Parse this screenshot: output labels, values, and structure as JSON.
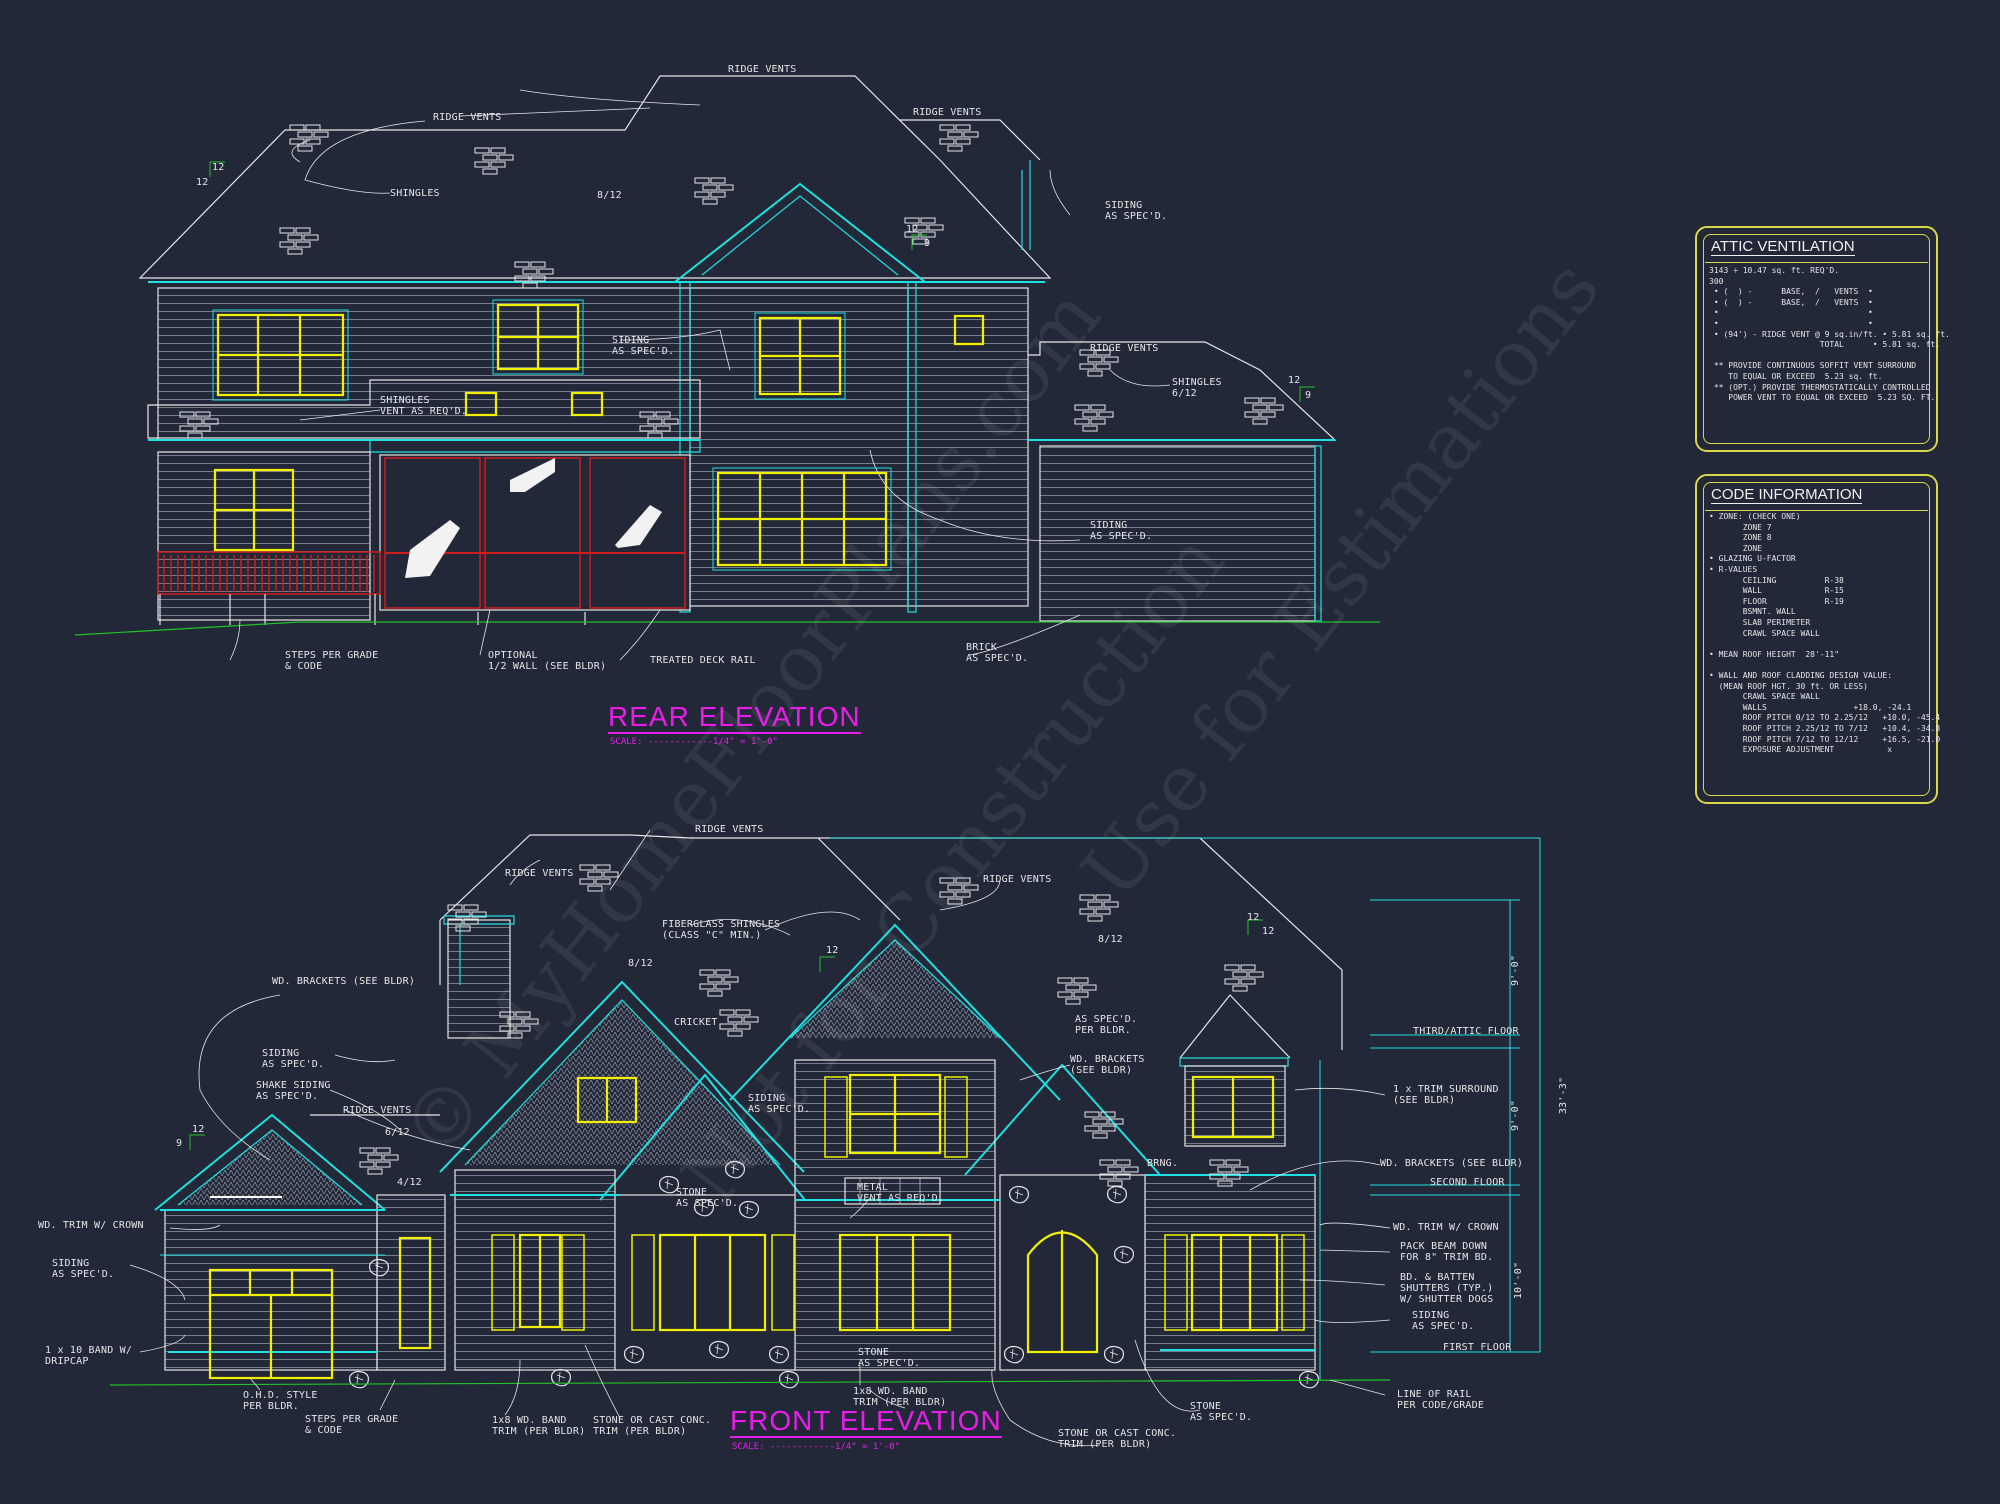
{
  "watermark": [
    "© MyHomeFloorPlans.com",
    "Not for Construction",
    "Use for Estimations"
  ],
  "rear": {
    "title": "REAR ELEVATION",
    "scale": "SCALE: ------------1/4\" = 1'-0\"",
    "labels": {
      "ridge_vents_top": "RIDGE VENTS",
      "ridge_vents_left": "RIDGE VENTS",
      "ridge_vents_right": "RIDGE VENTS",
      "ridge_vents_garage": "RIDGE VENTS",
      "shingles": "SHINGLES",
      "pitch_8_12": "8/12",
      "siding_upper_right": "SIDING\nAS SPEC'D.",
      "siding_center": "SIDING\nAS SPEC'D.",
      "shingles_vent": "SHINGLES\nVENT AS REQ'D.",
      "shingles_garage": "SHINGLES\n6/12",
      "siding_garage": "SIDING\nAS SPEC'D.",
      "steps": "STEPS PER GRADE\n& CODE",
      "optional_wall": "OPTIONAL\n1/2 WALL (SEE BLDR)",
      "deck_rail": "TREATED DECK RAIL",
      "brick": "BRICK\nAS SPEC'D.",
      "pitch_12a": "12",
      "pitch_12b": "12",
      "pitch_9": "9",
      "pitch_12c": "12",
      "pitch_12d": "12",
      "pitch_9b": "9"
    }
  },
  "front": {
    "title": "FRONT ELEVATION",
    "scale": "SCALE: ------------1/4\" = 1'-0\"",
    "labels": {
      "ridge_vents_top": "RIDGE VENTS",
      "ridge_vents_left": "RIDGE VENTS",
      "ridge_vents_right": "RIDGE VENTS",
      "ridge_vents_garage": "RIDGE VENTS",
      "fiberglass": "FIBERGLASS SHINGLES\n(CLASS \"C\" MIN.)",
      "pitch_8_12a": "8/12",
      "pitch_8_12b": "8/12",
      "pitch_6_12": "6/12",
      "pitch_4_12": "4/12",
      "brackets_left": "WD. BRACKETS (SEE BLDR)",
      "cricket": "CRICKET",
      "siding_a": "SIDING\nAS SPEC'D.",
      "shake": "SHAKE SIDING\nAS SPEC'D.",
      "siding_b": "SIDING\nAS SPEC'D.",
      "as_spec_bldr": "AS SPEC'D.\nPER BLDR.",
      "brackets_mid": "WD. BRACKETS\n(SEE BLDR)",
      "stone_a": "STONE\nAS SPEC'D.",
      "metal_vent": "METAL\nVENT AS REQ'D.",
      "trim_crown_left": "WD. TRIM W/ CROWN",
      "siding_garage": "SIDING\nAS SPEC'D.",
      "band_dripcap": "1 x 10 BAND W/\nDRIPCAP",
      "ohd": "O.H.D. STYLE\nPER BLDR.",
      "steps": "STEPS PER GRADE\n& CODE",
      "band_trim_a": "1x8 WD. BAND\nTRIM (PER BLDR)",
      "stone_cast_a": "STONE OR CAST CONC.\nTRIM (PER BLDR)",
      "stone_b": "STONE\nAS SPEC'D.",
      "band_trim_b": "1x8 WD. BAND\nTRIM (PER BLDR)",
      "stone_cast_b": "STONE OR CAST CONC.\nTRIM (PER BLDR)",
      "stone_c": "STONE\nAS SPEC'D.",
      "line_rail": "LINE OF RAIL\nPER CODE/GRADE",
      "trim_surround": "1 x TRIM SURROUND\n(SEE BLDR)",
      "brackets_right": "WD. BRACKETS (SEE BLDR)",
      "brng": "BRNG.",
      "trim_crown_right": "WD. TRIM W/ CROWN",
      "pack_beam": "PACK BEAM DOWN\nFOR 8\" TRIM BD.",
      "shutters": "BD. & BATTEN\nSHUTTERS (TYP.)\nW/ SHUTTER DOGS",
      "siding_right": "SIDING\nAS SPEC'D.",
      "third_floor": "THIRD/ATTIC FLOOR",
      "second_floor": "SECOND FLOOR",
      "first_floor": "FIRST FLOOR",
      "dim_total": "33'-3\"",
      "dim_a": "9'-0\"",
      "dim_b": "9'-0\"",
      "dim_c": "10'-0\"",
      "p12a": "12",
      "p9": "9",
      "p12b": "12",
      "p12c": "12",
      "p12d": "12"
    }
  },
  "attic": {
    "title": "ATTIC VENTILATION",
    "lines": [
      "3143 ÷ 10.47 sq. ft. REQ'D.",
      "300",
      " • (  ) -      BASE,  /   VENTS  •",
      " • (  ) -      BASE,  /   VENTS  •",
      " •                               •",
      " •                               •",
      " • (94') - RIDGE VENT @ 9 sq.in/ft. • 5.81 sq. ft.",
      "                       TOTAL      • 5.81 sq. ft.",
      "",
      " ** PROVIDE CONTINUOUS SOFFIT VENT SURROUND",
      "    TO EQUAL OR EXCEED  5.23 sq. ft.",
      " ** (OPT.) PROVIDE THERMOSTATICALLY CONTROLLED",
      "    POWER VENT TO EQUAL OR EXCEED  5.23 SQ. FT."
    ]
  },
  "code": {
    "title": "CODE INFORMATION",
    "lines": [
      "• ZONE: (CHECK ONE)",
      "       ZONE 7",
      "       ZONE 8",
      "       ZONE",
      "• GLAZING U-FACTOR",
      "• R-VALUES",
      "       CEILING          R-38",
      "       WALL             R-15",
      "       FLOOR            R-19",
      "       BSMNT. WALL",
      "       SLAB PERIMETER",
      "       CRAWL SPACE WALL",
      "",
      "• MEAN ROOF HEIGHT  28'-11\"",
      "",
      "• WALL AND ROOF CLADDING DESIGN VALUE:",
      "  (MEAN ROOF HGT. 30 ft. OR LESS)",
      "       CRAWL SPACE WALL",
      "       WALLS                  +18.0, -24.1",
      "       ROOF PITCH 0/12 TO 2.25/12   +10.0, -45.4",
      "       ROOF PITCH 2.25/12 TO 7/12   +10.4, -34.8",
      "       ROOF PITCH 7/12 TO 12/12     +16.5, -21.0",
      "       EXPOSURE ADJUSTMENT           x"
    ]
  },
  "colors": {
    "background": "#232838",
    "lines": "#e6e6e6",
    "windows": "#f0f000",
    "trim": "#1fe0e0",
    "titles": "#e81ee8",
    "rail": "#d01c1c",
    "grade": "#22c22a",
    "panel": "#d8d84a"
  }
}
